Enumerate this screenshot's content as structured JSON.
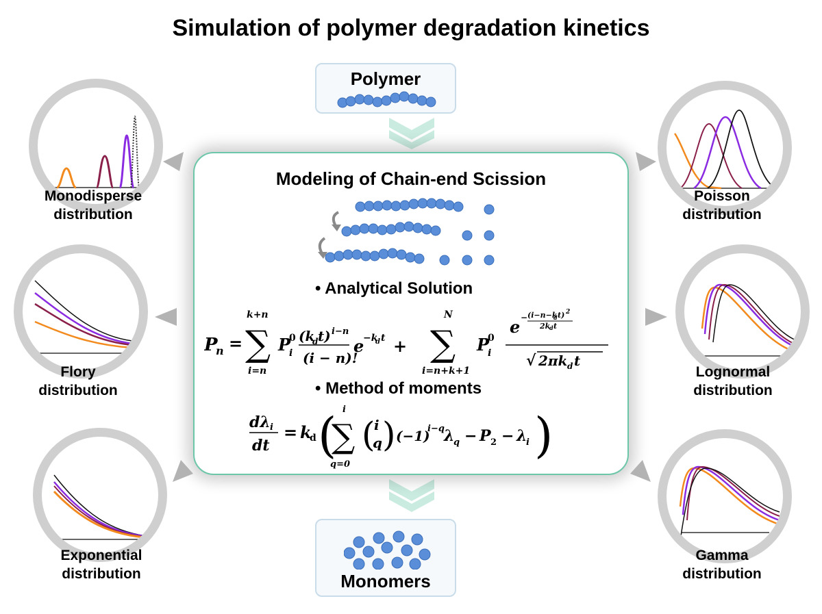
{
  "title": "Simulation of polymer degradation kinetics",
  "top_box": {
    "label": "Polymer"
  },
  "bottom_box": {
    "label": "Monomers"
  },
  "center": {
    "title": "Modeling of Chain-end Scission",
    "bullet1": "• Analytical Solution",
    "bullet2": "• Method of moments"
  },
  "distributions": {
    "monodisperse": {
      "line1": "Monodisperse",
      "line2": "distribution"
    },
    "flory": {
      "line1": "Flory",
      "line2": "distribution"
    },
    "exponential": {
      "line1": "Exponential",
      "line2": "distribution"
    },
    "poisson": {
      "line1": "Poisson",
      "line2": "distribution"
    },
    "lognormal": {
      "line1": "Lognormal",
      "line2": "distribution"
    },
    "gamma": {
      "line1": "Gamma",
      "line2": "distribution"
    }
  },
  "colors": {
    "bead": "#5b8ed8",
    "bead_stroke": "#3a6db8",
    "accent_green": "#6cc6a9",
    "arrow_green": "#c9ebe0",
    "arrow_gray": "#b3b3b3",
    "curve_orange": "#f28a1e",
    "curve_maroon": "#8a1f4a",
    "curve_purple": "#8a2be2",
    "curve_black": "#111111"
  }
}
